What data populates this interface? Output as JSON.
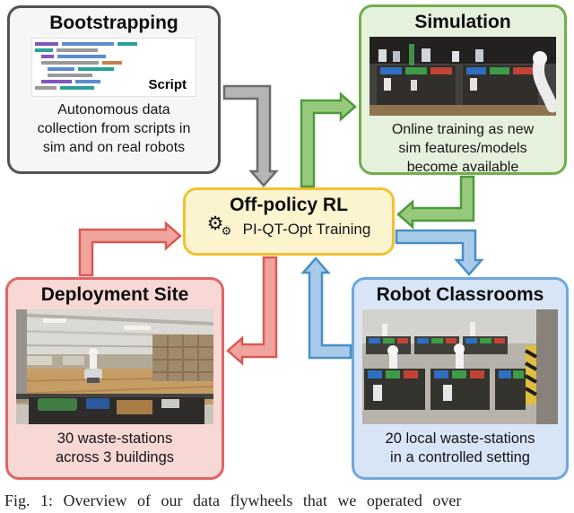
{
  "caption": "Fig. 1: Overview of our data flywheels that we operated over",
  "bootstrapping": {
    "title": "Bootstrapping",
    "script_label": "Script",
    "description": "Autonomous data collection from scripts in sim and on real robots"
  },
  "simulation": {
    "title": "Simulation",
    "description": "Online training as new sim features/models become available"
  },
  "off_policy_rl": {
    "title": "Off-policy RL",
    "training_label": "PI-QT-Opt Training",
    "gear_icon": "⚙"
  },
  "deployment": {
    "title": "Deployment Site",
    "description": "30 waste-stations across 3 buildings"
  },
  "classrooms": {
    "title": "Robot Classrooms",
    "description": "20 local waste-stations in a controlled setting"
  },
  "colors": {
    "bootstrapping_border": "#525252",
    "bootstrapping_bg": "#f6f6f6",
    "simulation_border": "#72ae4c",
    "simulation_bg": "#e5f1dd",
    "rl_border": "#f1c232",
    "rl_bg": "#fcf3cf",
    "deployment_border": "#e06666",
    "deployment_bg": "#f7d8d5",
    "classrooms_border": "#6fa8dc",
    "classrooms_bg": "#d8e5f6",
    "arrow_gray": "#b5b5b5",
    "arrow_green": "#96c97c",
    "arrow_blue": "#a8cbe9",
    "arrow_red": "#f1a49d"
  }
}
